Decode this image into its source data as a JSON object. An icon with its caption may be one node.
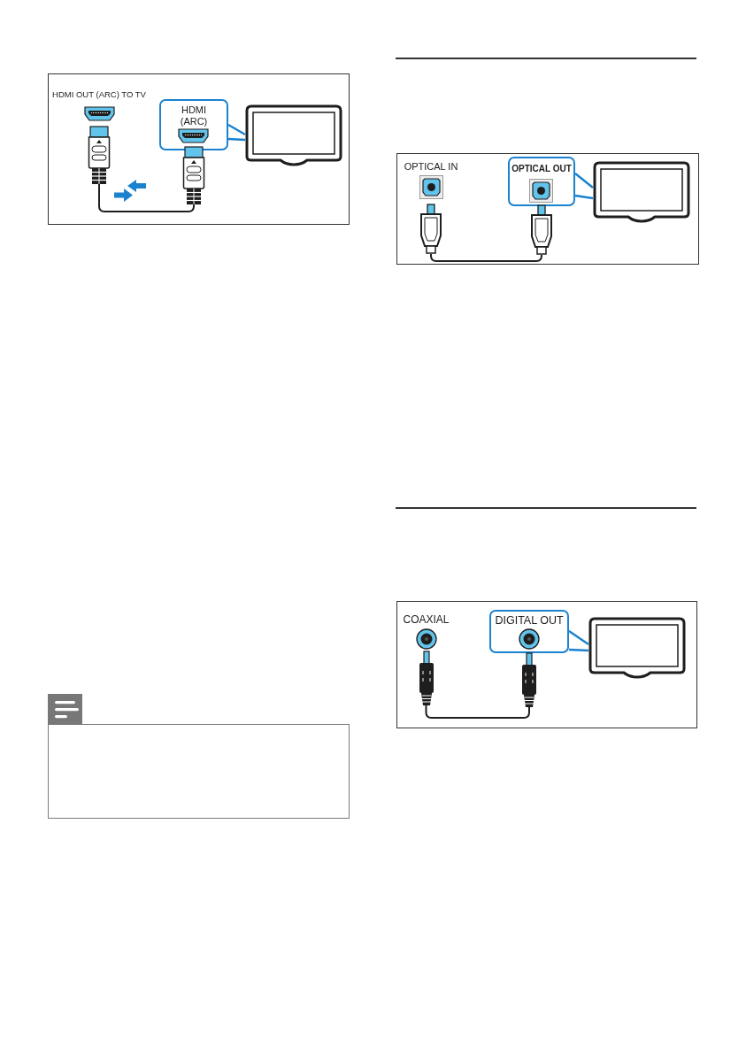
{
  "diagram": {
    "nodes": [
      {
        "text": [
          "HDMI OUT (ARC) TO TV"
        ]
      },
      {
        "text": [
          "HDMI (ARC)"
        ]
      },
      {
        "text": [],
        "shape": "picture"
      },
      {
        "text": [],
        "shape": "box"
      },
      {
        "text": [
          "OPTICAL IN"
        ]
      },
      {
        "text": [
          "OPTICAL OUT"
        ]
      },
      {
        "text": [],
        "shape": "picture"
      },
      {
        "text": [
          "COAXIAL"
        ]
      },
      {
        "text": [
          "DIGITAL OUT"
        ]
      },
      {
        "text": [],
        "shape": "picture"
      }
    ],
    "edges": [
      {
        "from": 0,
        "to": 1,
        "arrow": "none"
      },
      {
        "from": 1,
        "to": 2,
        "arrow": "none",
        "color": "#1b82cf"
      },
      {
        "from": 4,
        "to": 5,
        "arrow": "none"
      },
      {
        "from": 5,
        "to": 6,
        "arrow": "none",
        "color": "#1b82cf"
      },
      {
        "from": 7,
        "to": 8,
        "arrow": "none"
      },
      {
        "from": 8,
        "to": 9,
        "arrow": "none",
        "color": "#1b82cf"
      }
    ]
  }
}
